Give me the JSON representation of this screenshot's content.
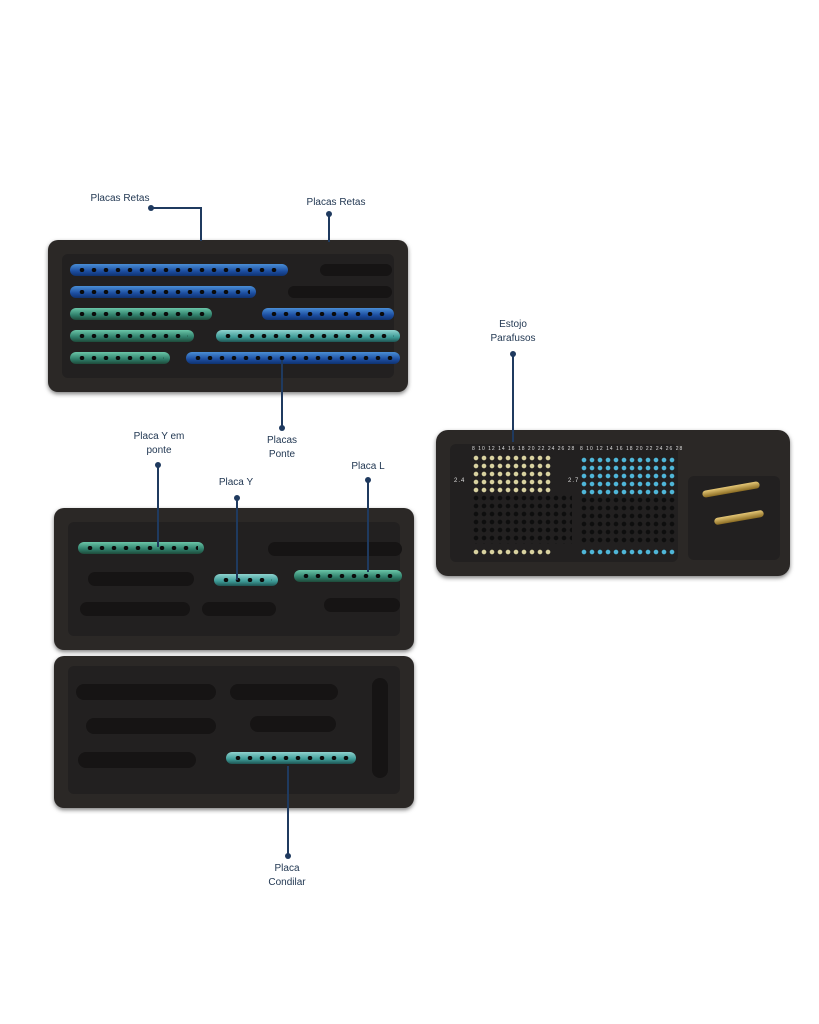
{
  "labels": {
    "placas_retas_left": "Placas Retas",
    "placas_retas_right": "Placas Retas",
    "placas_ponte": "Placas\nPonte",
    "estojo_parafusos": "Estojo\nParafusos",
    "placa_y_em_ponte": "Placa Y em\nponte",
    "placa_y": "Placa Y",
    "placa_l": "Placa L",
    "placa_condilar": "Placa\nCondilar"
  },
  "screw_case": {
    "header_left": "8  10  12  14  16  18  20  22  24  26  28",
    "header_right": "8  10  12  14  16  18  20  22  24  26  28",
    "size_a": "2.4",
    "size_b": "2.7"
  },
  "colors": {
    "line": "#1f3a5f",
    "tray": "#2b2826",
    "blue_plate": "#1c4ea0",
    "green_plate": "#2f7e6a"
  }
}
